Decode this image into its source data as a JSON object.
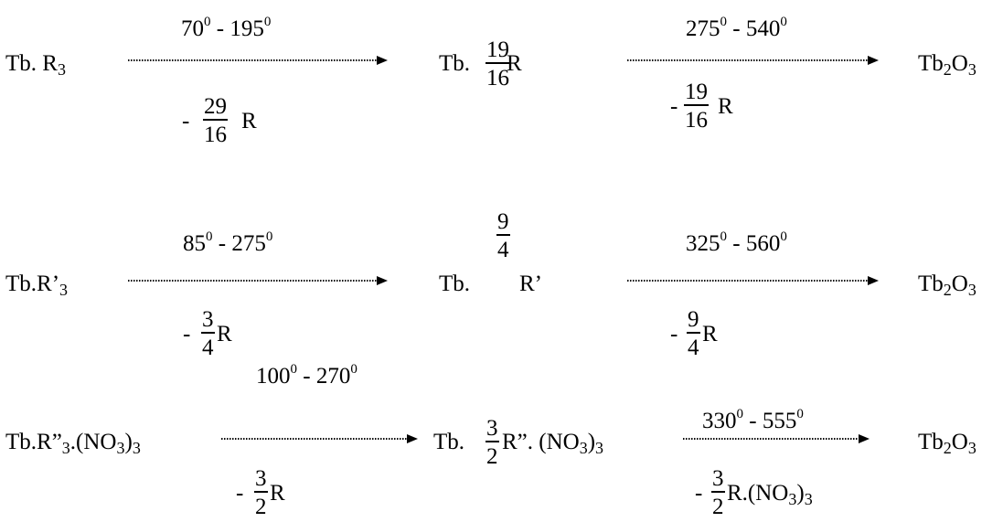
{
  "reactions": [
    {
      "start": {
        "prefix": "Tb. R",
        "sub": "3",
        "suffix": ""
      },
      "step1": {
        "temp": {
          "a": "70",
          "a_sup": "0",
          "sep": " - ",
          "b": "195",
          "b_sup": "0"
        },
        "loss": {
          "sign": "-",
          "num": "29",
          "den": "16",
          "after": "R"
        }
      },
      "intermediate": {
        "prefix": "Tb.",
        "num": "19",
        "den": "16",
        "after": "R"
      },
      "step2": {
        "temp": {
          "a": "275",
          "a_sup": "0",
          "sep": " - ",
          "b": "540",
          "b_sup": "0"
        },
        "loss": {
          "sign": "-",
          "num": "19",
          "den": "16",
          "after": "R"
        }
      },
      "product": {
        "p1": "Tb",
        "s1": "2",
        "p2": "O",
        "s2": "3"
      }
    },
    {
      "start": {
        "prefix": "Tb.R’",
        "sub": "3",
        "suffix": ""
      },
      "step1": {
        "temp": {
          "a": "85",
          "a_sup": "0",
          "sep": " - ",
          "b": "275",
          "b_sup": "0"
        },
        "loss": {
          "sign": "-",
          "num": "3",
          "den": "4",
          "after": "R"
        }
      },
      "intermediate": {
        "prefix": "Tb.",
        "num": "9",
        "den": "4",
        "after": "R’"
      },
      "step2": {
        "temp": {
          "a": "325",
          "a_sup": "0",
          "sep": " - ",
          "b": "560",
          "b_sup": "0"
        },
        "loss": {
          "sign": "-",
          "num": "9",
          "den": "4",
          "after": "R"
        }
      },
      "product": {
        "p1": "Tb",
        "s1": "2",
        "p2": "O",
        "s2": "3"
      }
    },
    {
      "start": {
        "prefix": "Tb.R”",
        "sub": "3",
        "mid": ".(NO",
        "sub2": "3",
        "suffix": ")",
        "sub3": "3"
      },
      "step1": {
        "temp": {
          "a": "100",
          "a_sup": "0",
          "sep": " - ",
          "b": "270",
          "b_sup": "0"
        },
        "loss": {
          "sign": "-",
          "num": "3",
          "den": "2",
          "after": "R"
        }
      },
      "intermediate": {
        "prefix": "Tb.",
        "num": "3",
        "den": "2",
        "after": "R”. (NO",
        "after_sub": "3",
        "after_end": ")",
        "after_sub2": "3"
      },
      "step2": {
        "temp": {
          "a": "330",
          "a_sup": "0",
          "sep": " - ",
          "b": "555",
          "b_sup": "0"
        },
        "loss": {
          "sign": "-",
          "num": "3",
          "den": "2",
          "after": "R.(NO",
          "after_sub": "3",
          "after_end": ")",
          "after_sub2": "3"
        }
      },
      "product": {
        "p1": "Tb",
        "s1": "2",
        "p2": "O",
        "s2": "3"
      }
    }
  ]
}
